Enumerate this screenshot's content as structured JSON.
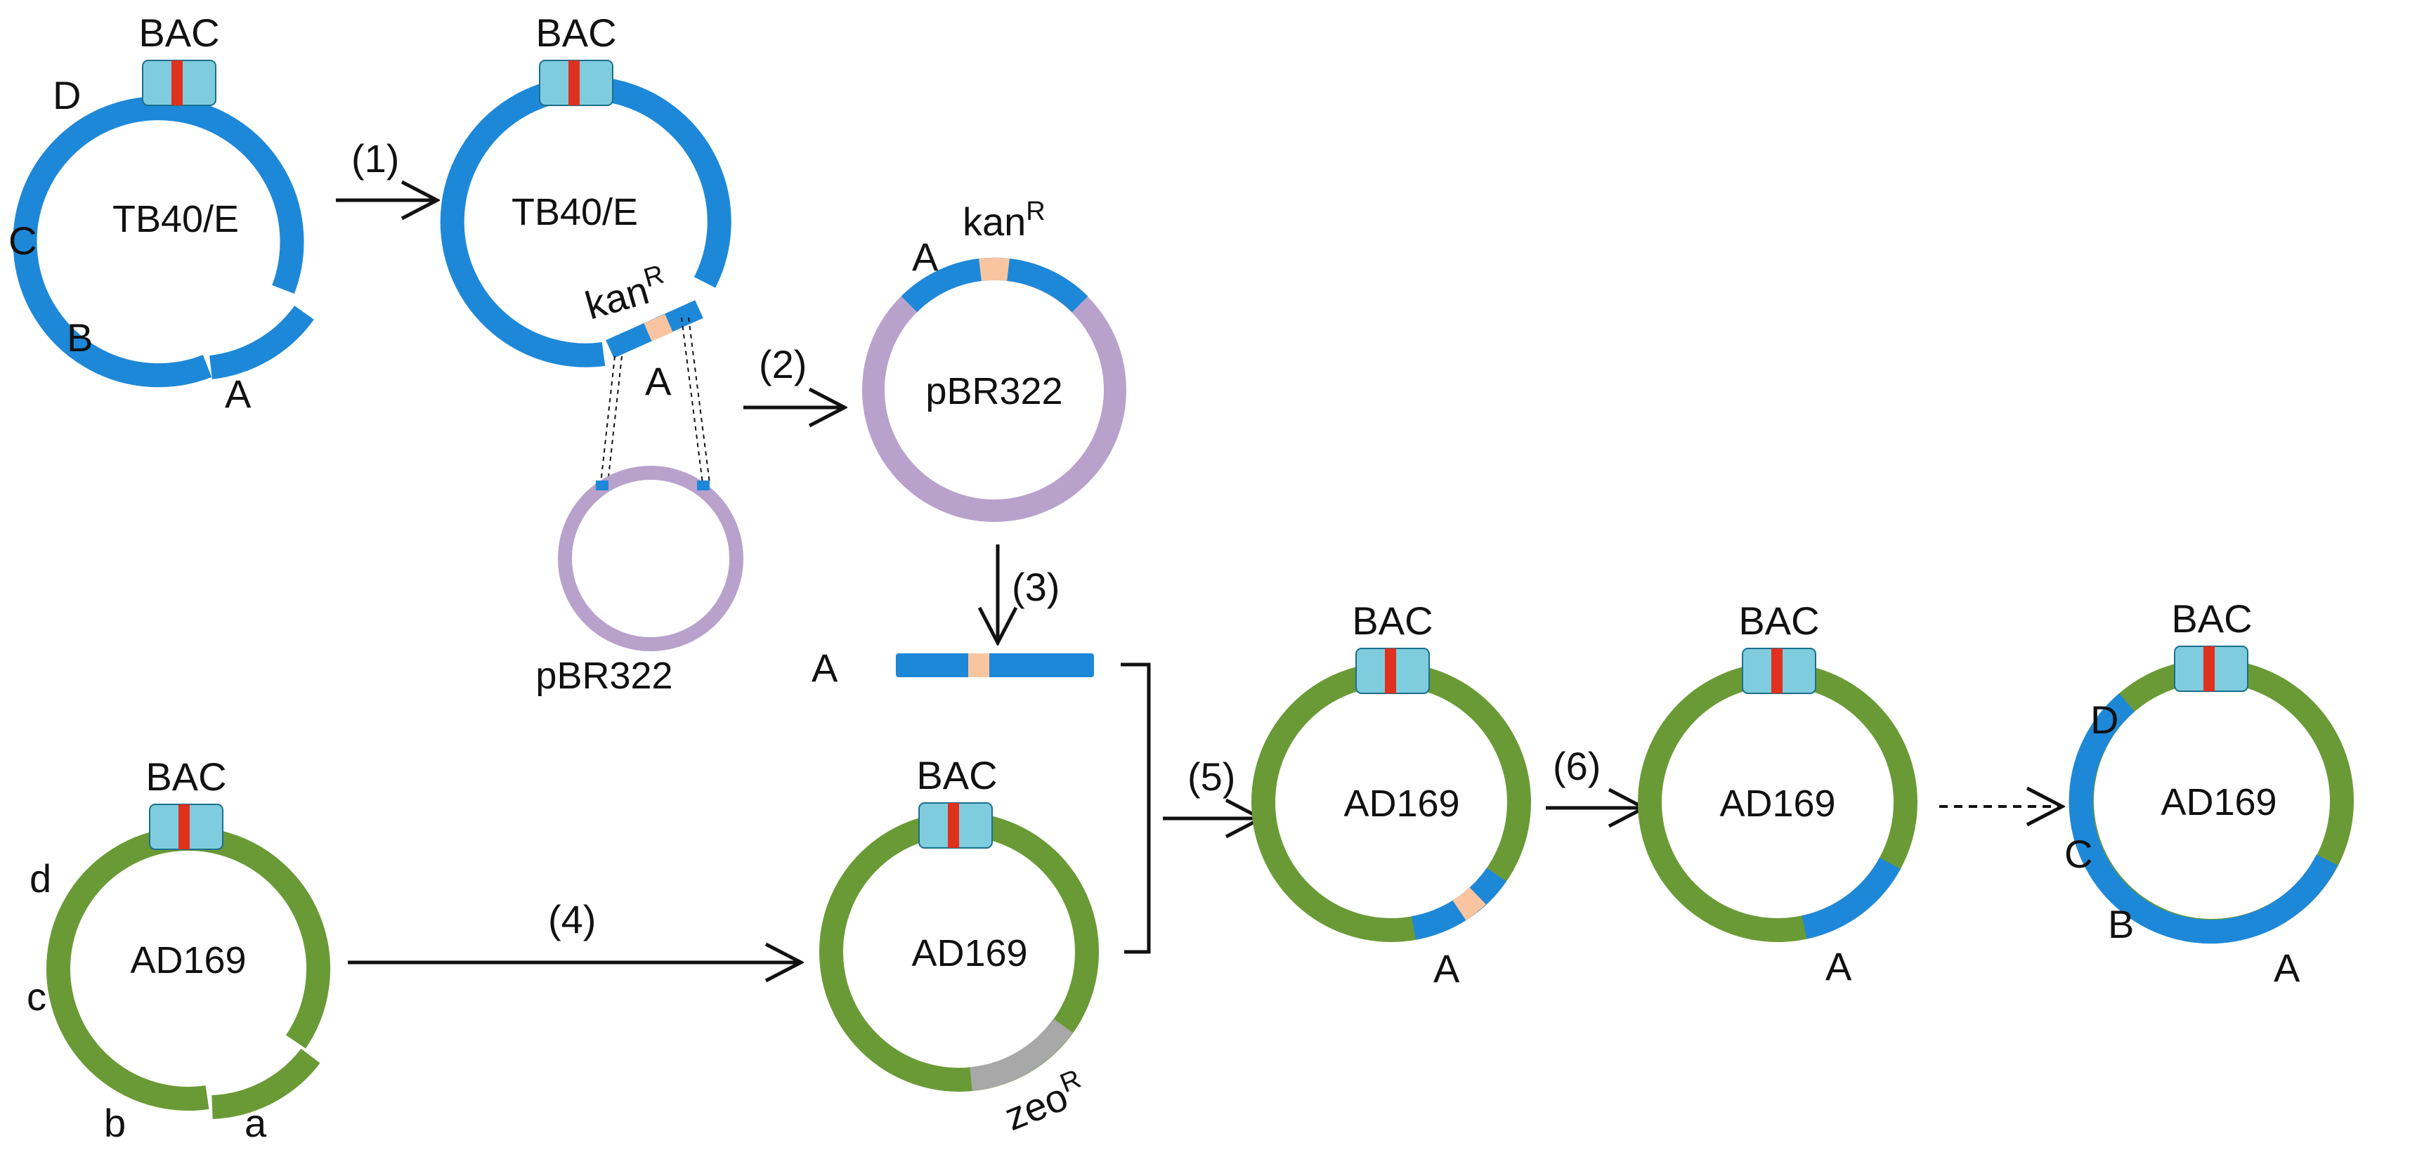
{
  "colors": {
    "tb40e_blue": "#1E88D8",
    "ad169_green": "#6A9A36",
    "pbr322_purple": "#B8A2CC",
    "bac_box": "#7FCCDF",
    "bac_stripe": "#E0301E",
    "kan_cassette": "#F9C5A0",
    "zeo_cassette": "#A8A8A8",
    "arrow": "#111111"
  },
  "labels": {
    "bac": "BAC",
    "tb40e": "TB40/E",
    "ad169": "AD169",
    "pbr322": "pBR322",
    "kan_base": "kan",
    "zeo_base": "zeo",
    "resistance_sup": "R",
    "seg_A": "A",
    "seg_B": "B",
    "seg_C": "C",
    "seg_D": "D",
    "seg_a": "a",
    "seg_b": "b",
    "seg_c": "c",
    "seg_d": "d"
  },
  "steps": {
    "s1": "(1)",
    "s2": "(2)",
    "s3": "(3)",
    "s4": "(4)",
    "s5": "(5)",
    "s6": "(6)"
  }
}
